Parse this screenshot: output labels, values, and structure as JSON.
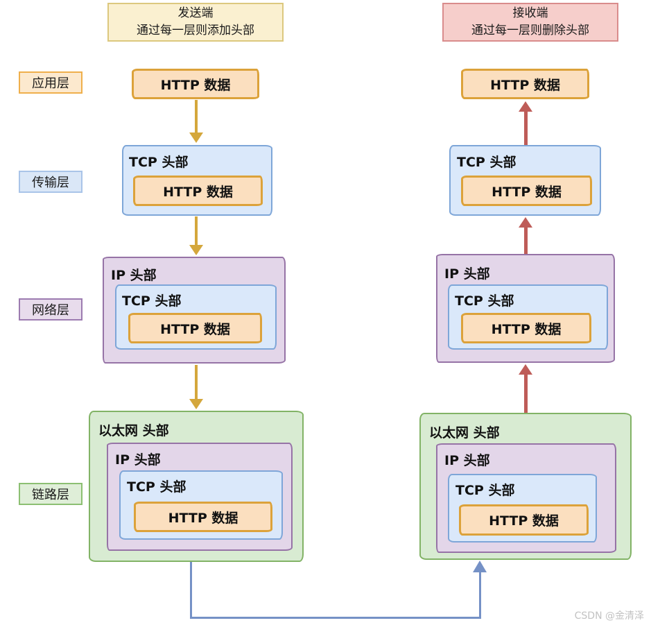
{
  "headers": {
    "sender": {
      "line1": "发送端",
      "line2": "通过每一层则添加头部"
    },
    "receiver": {
      "line1": "接收端",
      "line2": "通过每一层则删除头部"
    }
  },
  "layer_labels": {
    "application": "应用层",
    "transport": "传输层",
    "network": "网络层",
    "link": "链路层"
  },
  "box_labels": {
    "http": "HTTP 数据",
    "tcp": "TCP 头部",
    "ip": "IP 头部",
    "ethernet": "以太网 头部"
  },
  "watermark": "CSDN @金清泽",
  "colors": {
    "sender_header_fill": "#FAF0D0",
    "sender_header_border": "#DCC87E",
    "receiver_header_fill": "#F6CECB",
    "receiver_header_border": "#D98C8C",
    "http_fill": "#FBDFBF",
    "http_border": "#DCA23A",
    "tcp_fill": "#DAE8FA",
    "tcp_border": "#7EA6D8",
    "ip_fill": "#E3D6E9",
    "ip_border": "#9673A6",
    "ethernet_fill": "#D8EBD2",
    "ethernet_border": "#82B366",
    "send_arrow": "#D4A73C",
    "receive_arrow": "#BE5C58",
    "connector_arrow": "#7591C6"
  }
}
